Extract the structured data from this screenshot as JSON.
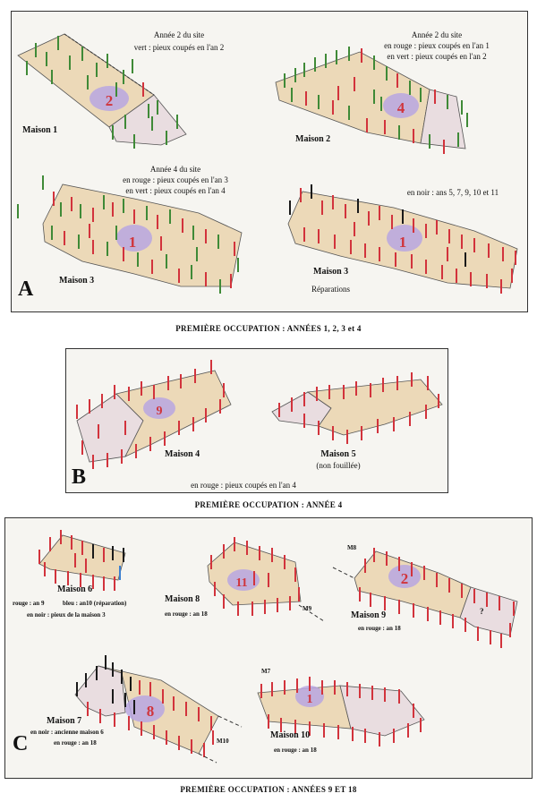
{
  "panels": {
    "A": {
      "letter": "A",
      "caption": "PREMIÈRE OCCUPATION : ANNÉES 1, 2, 3 et 4",
      "houses": [
        {
          "name": "Maison 1",
          "number": "2",
          "notes": [
            "Année 2 du site",
            "vert : pieux coupés en l'an 2"
          ]
        },
        {
          "name": "Maison 2",
          "number": "4",
          "notes": [
            "Année 2 du site",
            "en rouge : pieux coupés en l'an 1",
            "en vert : pieux coupés en l'an 2"
          ]
        },
        {
          "name": "Maison 3",
          "number": "1",
          "notes": [
            "Année 4 du site",
            "en rouge : pieux coupés en l'an 3",
            "en vert : pieux coupés en l'an 4"
          ]
        },
        {
          "name": "Maison 3",
          "sublabel": "Réparations",
          "number": "1",
          "notes": [
            "en noir : ans 5, 7, 9, 10 et 11"
          ]
        }
      ]
    },
    "B": {
      "letter": "B",
      "caption": "PREMIÈRE OCCUPATION : ANNÉE 4",
      "legend": "en rouge : pieux coupés en l'an 4",
      "houses": [
        {
          "name": "Maison 4",
          "number": "9"
        },
        {
          "name": "Maison 5",
          "sublabel": "(non fouillée)"
        }
      ]
    },
    "C": {
      "letter": "C",
      "caption": "PREMIÈRE OCCUPATION : ANNÉES 9 ET 18",
      "houses": [
        {
          "name": "Maison 6",
          "notes": [
            "rouge : an 9",
            "bleu : an10 (réparation)",
            "en noir : pieux de la maison 3"
          ]
        },
        {
          "name": "Maison 8",
          "number": "11",
          "notes": [
            "en rouge : an 18"
          ],
          "marker": "M9"
        },
        {
          "name": "Maison 9",
          "number": "2",
          "unknown": "?",
          "notes": [
            "en rouge : an 18"
          ],
          "marker": "M8"
        },
        {
          "name": "Maison 7",
          "number": "8",
          "notes": [
            "en noir : ancienne maison 6",
            "en rouge : an 18"
          ],
          "marker": "M10"
        },
        {
          "name": "Maison 10",
          "number": "1",
          "notes": [
            "en rouge : an 18"
          ],
          "marker": "M7"
        }
      ]
    }
  },
  "colors": {
    "red": "#d2333c",
    "green": "#3f8a37",
    "black": "#1a1a1a",
    "blue": "#3b7fd0",
    "house_fill": "#ecd9b8",
    "annex_fill": "#e9dde0",
    "blob": "#b9a6e0",
    "number": "#d0353c"
  }
}
